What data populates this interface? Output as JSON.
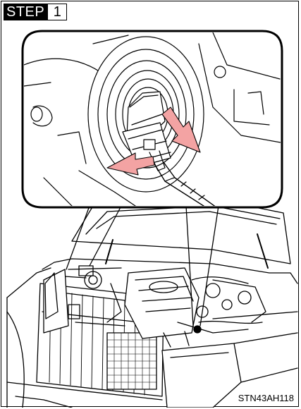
{
  "step": {
    "word": "STEP",
    "number": "1"
  },
  "figure_code": "STN43AH118",
  "colors": {
    "arrow": "#f3a3a3",
    "line": "#000000",
    "background": "#ffffff"
  },
  "icons": [
    "pink-arrow-icon"
  ]
}
